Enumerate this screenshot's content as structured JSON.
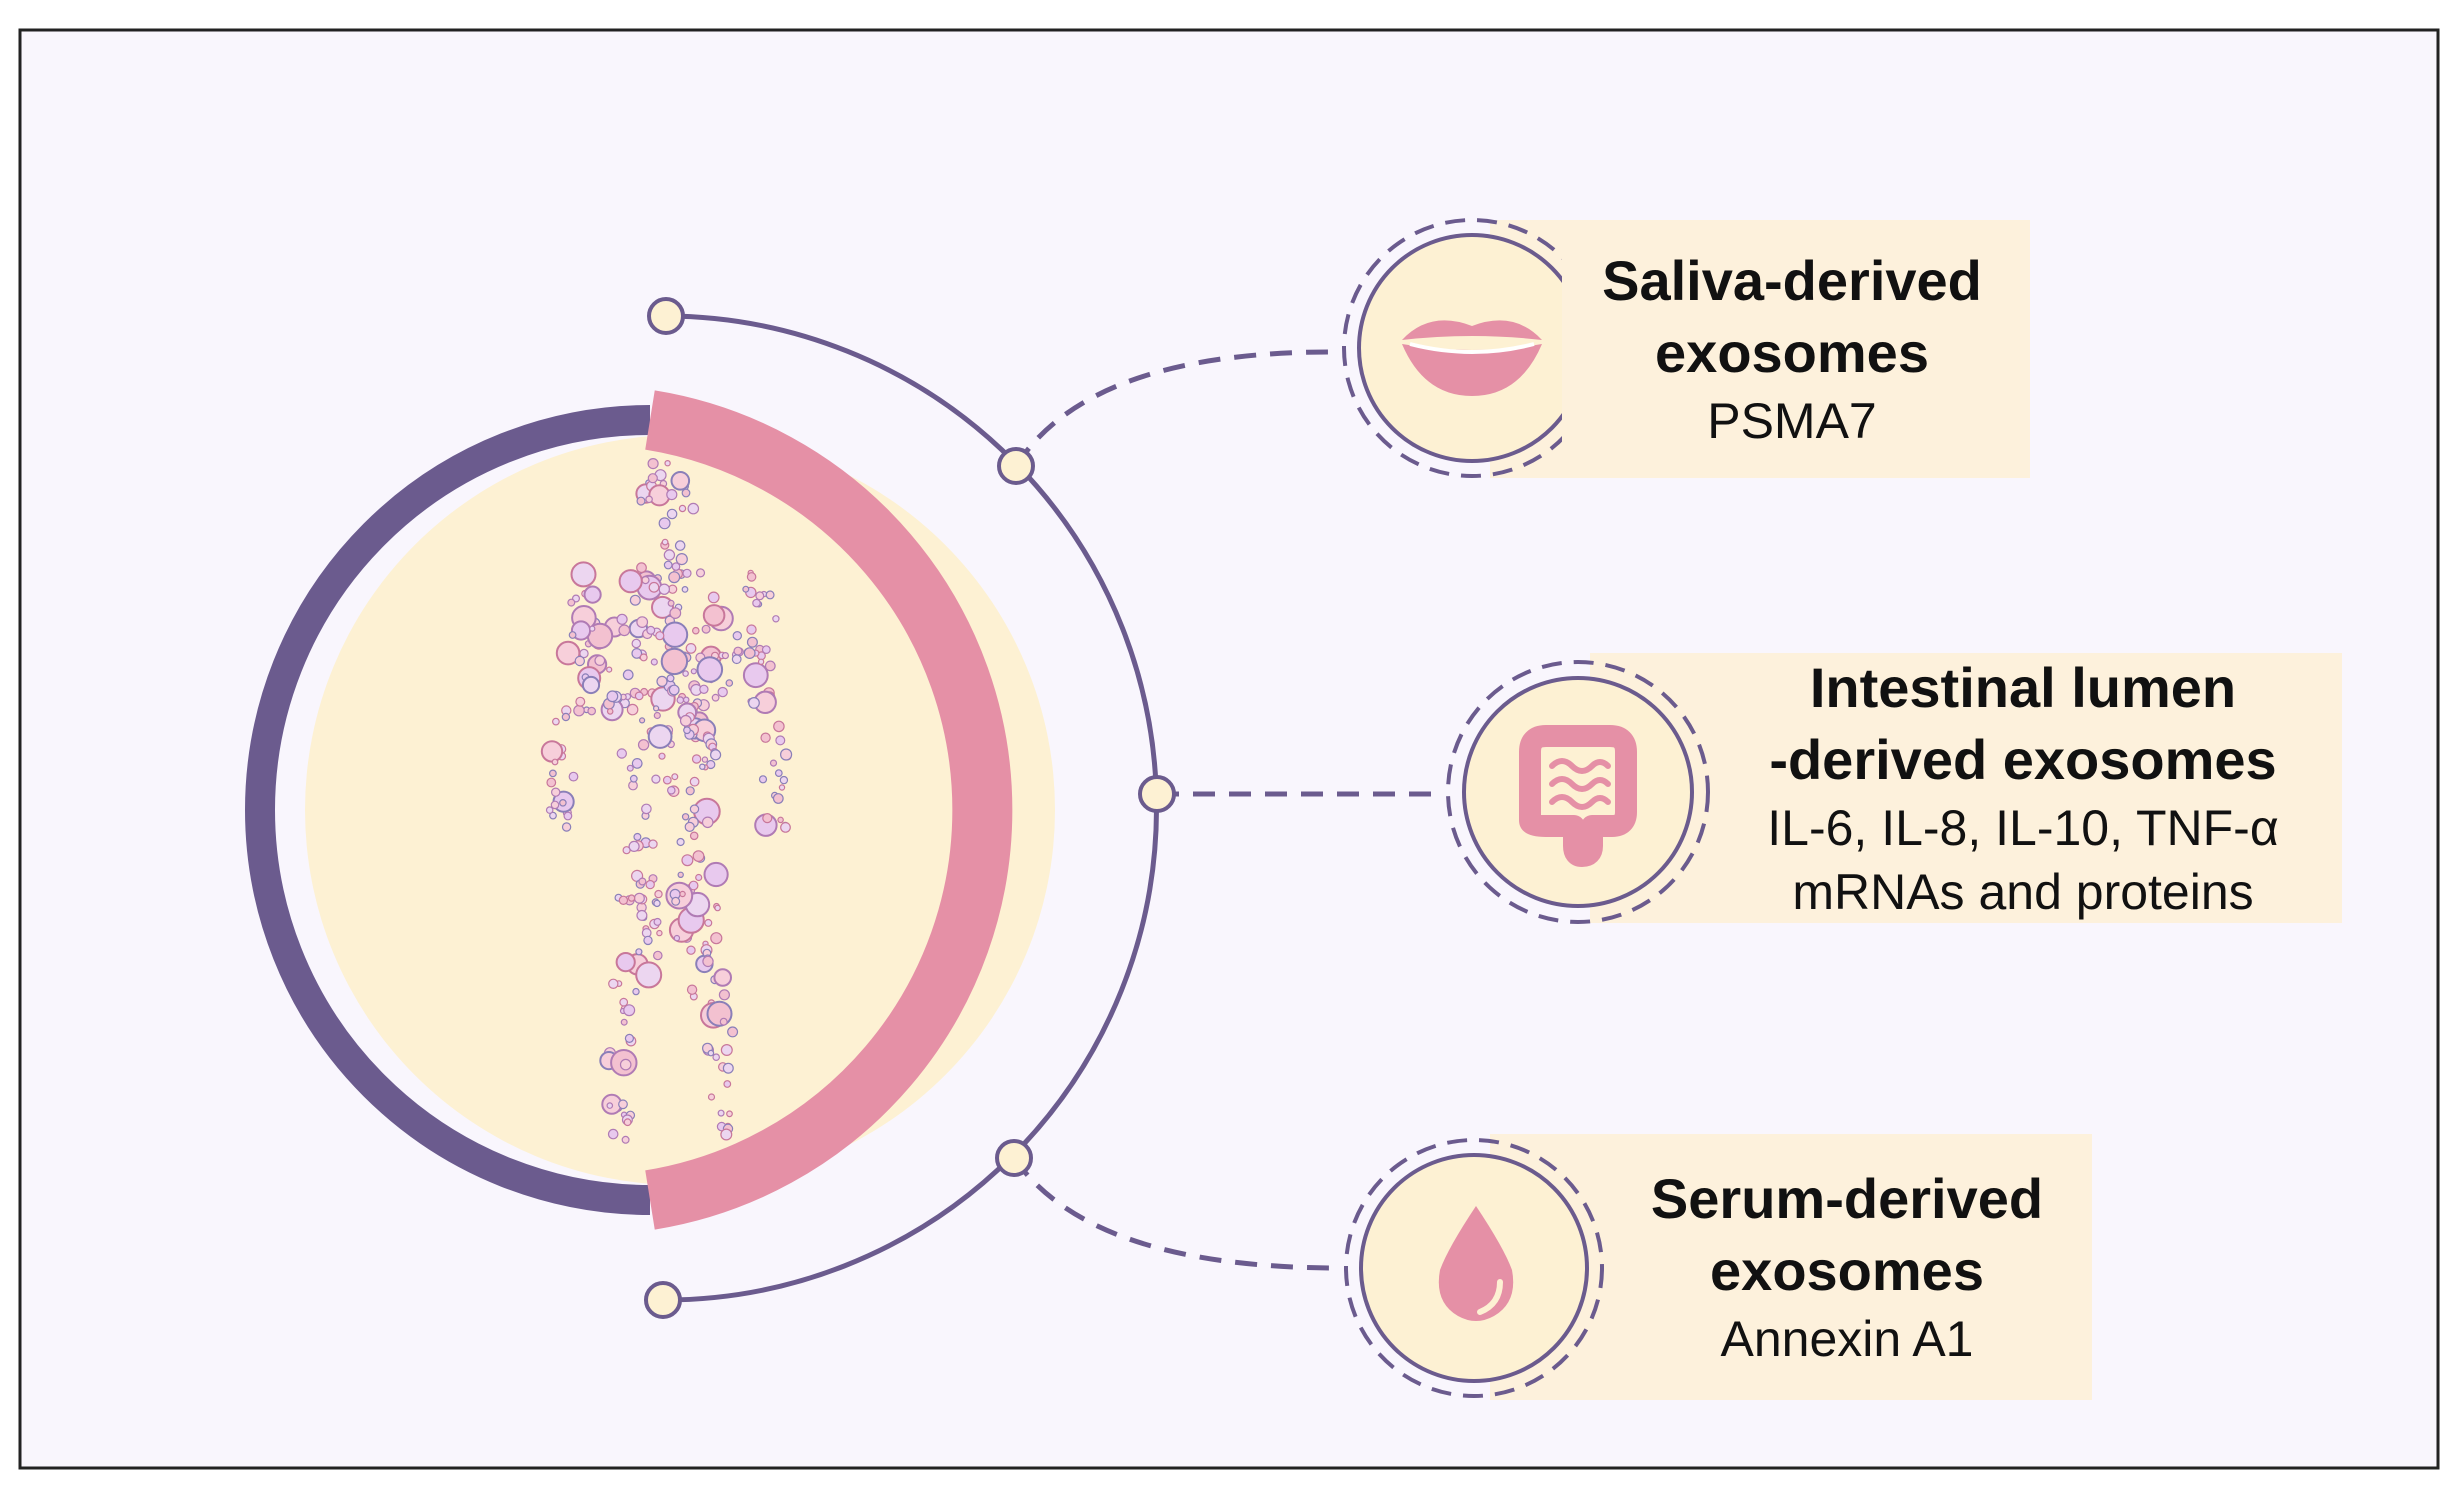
{
  "colors": {
    "background": "#f9f6fd",
    "frame_border": "#222222",
    "purple": "#6b5b8e",
    "pink": "#e590a6",
    "cream": "#fdf1d3",
    "label_bg": "#fdf1dc"
  },
  "hub": {
    "figure_icon": "human-body-exosome-mosaic-icon"
  },
  "sources": [
    {
      "id": "saliva",
      "icon": "lips-icon",
      "title_lines": [
        "Saliva-derived",
        "exosomes"
      ],
      "detail_lines": [
        "PSMA7"
      ]
    },
    {
      "id": "intestinal",
      "icon": "intestine-icon",
      "title_lines": [
        "Intestinal lumen",
        "-derived exosomes"
      ],
      "detail_lines": [
        "IL-6, IL-8, IL-10, TNF-α",
        "mRNAs and proteins"
      ]
    },
    {
      "id": "serum",
      "icon": "blood-drop-icon",
      "title_lines": [
        "Serum-derived",
        "exosomes"
      ],
      "detail_lines": [
        "Annexin A1"
      ]
    }
  ]
}
